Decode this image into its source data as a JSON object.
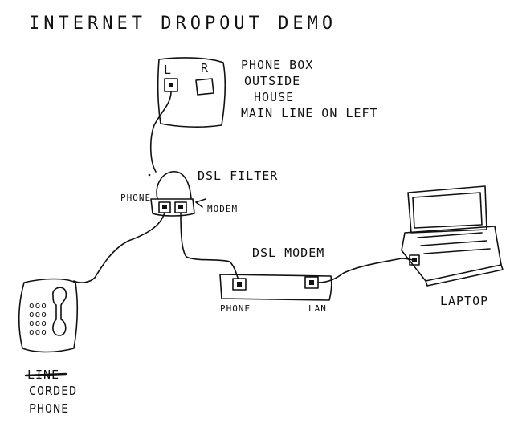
{
  "title": "INTERNET DROPOUT DEMO",
  "phone_box": {
    "label_lines": [
      "PHONE BOX",
      "OUTSIDE",
      "HOUSE",
      "MAIN LINE ON LEFT"
    ],
    "jack_letters": [
      "L",
      "R"
    ]
  },
  "dsl_filter": {
    "label": "DSL FILTER",
    "port_labels": [
      "PHONE",
      "MODEM"
    ]
  },
  "dsl_modem": {
    "label": "DSL MODEM",
    "port_labels": [
      "PHONE",
      "LAN"
    ]
  },
  "laptop": {
    "label": "LAPTOP"
  },
  "corded_phone": {
    "struck_word": "LINE",
    "label_lines": [
      "CORDED",
      "PHONE"
    ]
  }
}
